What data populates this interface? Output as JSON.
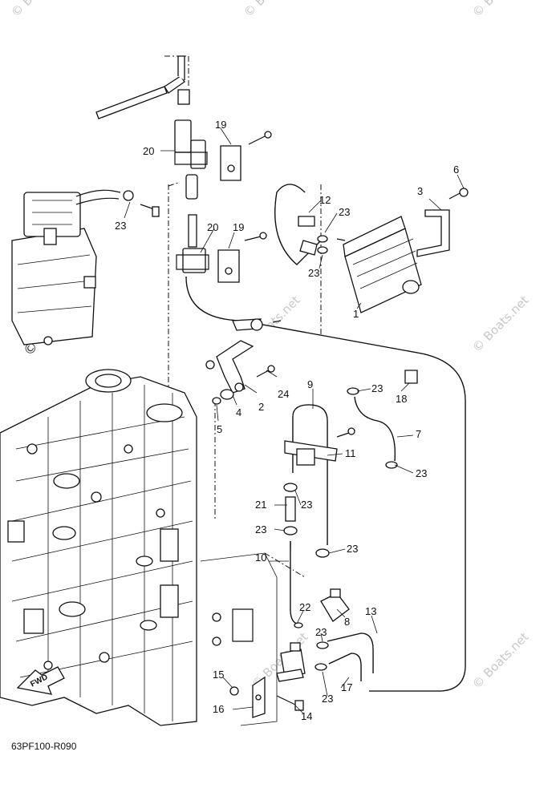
{
  "diagram_code": "63PF100-R090",
  "fwd_label": "FWD",
  "watermark": "© Boats.net",
  "callouts": [
    {
      "id": "c1",
      "label": "1"
    },
    {
      "id": "c2",
      "label": "2"
    },
    {
      "id": "c3",
      "label": "3"
    },
    {
      "id": "c4",
      "label": "4"
    },
    {
      "id": "c5",
      "label": "5"
    },
    {
      "id": "c6",
      "label": "6"
    },
    {
      "id": "c7",
      "label": "7"
    },
    {
      "id": "c8",
      "label": "8"
    },
    {
      "id": "c9",
      "label": "9"
    },
    {
      "id": "c10",
      "label": "10"
    },
    {
      "id": "c11",
      "label": "11"
    },
    {
      "id": "c12",
      "label": "12"
    },
    {
      "id": "c13",
      "label": "13"
    },
    {
      "id": "c14",
      "label": "14"
    },
    {
      "id": "c15",
      "label": "15"
    },
    {
      "id": "c16",
      "label": "16"
    },
    {
      "id": "c17",
      "label": "17"
    },
    {
      "id": "c18",
      "label": "18"
    },
    {
      "id": "c19a",
      "label": "19"
    },
    {
      "id": "c19b",
      "label": "19"
    },
    {
      "id": "c20a",
      "label": "20"
    },
    {
      "id": "c20b",
      "label": "20"
    },
    {
      "id": "c21",
      "label": "21"
    },
    {
      "id": "c22",
      "label": "22"
    },
    {
      "id": "c23a",
      "label": "23"
    },
    {
      "id": "c23b",
      "label": "23"
    },
    {
      "id": "c23c",
      "label": "23"
    },
    {
      "id": "c23d",
      "label": "23"
    },
    {
      "id": "c23e",
      "label": "23"
    },
    {
      "id": "c23f",
      "label": "23"
    },
    {
      "id": "c23g",
      "label": "23"
    },
    {
      "id": "c23h",
      "label": "23"
    },
    {
      "id": "c23i",
      "label": "23"
    },
    {
      "id": "c23j",
      "label": "23"
    },
    {
      "id": "c24",
      "label": "24"
    }
  ]
}
